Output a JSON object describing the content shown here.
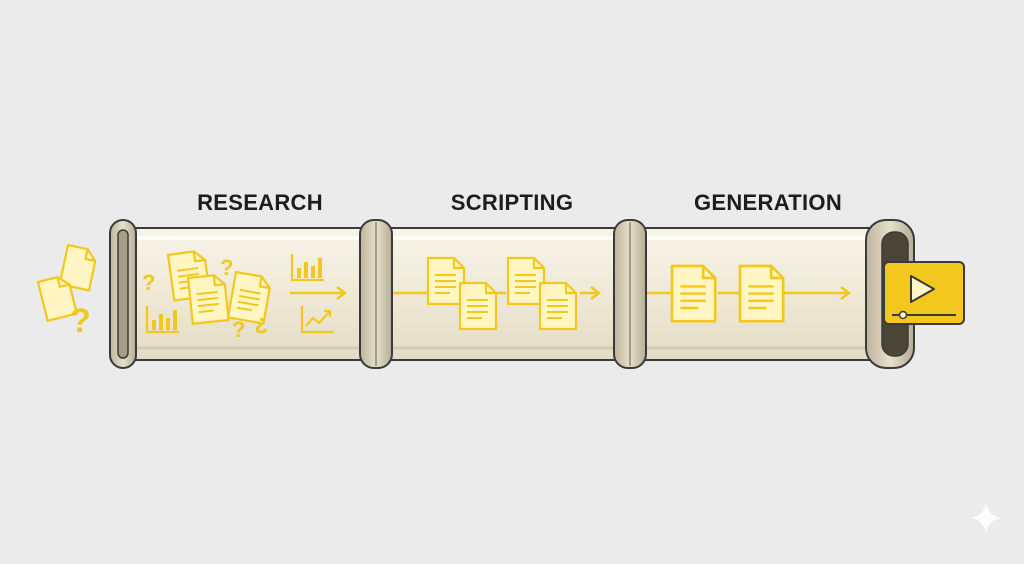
{
  "stages": [
    {
      "label": "RESEARCH"
    },
    {
      "label": "SCRIPTING"
    },
    {
      "label": "GENERATION"
    }
  ],
  "icons": {
    "input": [
      "document-icon",
      "question-mark-icon",
      "bar-chart-icon",
      "trend-chart-icon",
      "inverted-question-mark-icon"
    ],
    "intermediate": "document-icon",
    "output": "video-play-icon",
    "corner": "sparkle-icon"
  },
  "colors": {
    "background": "#ebebeb",
    "accent_yellow": "#f2c81e",
    "icon_fill": "#fff4b8",
    "tube_glass": "#f3efe0",
    "ring": "#d8d0bc",
    "outline": "#3a3a3a",
    "label_text": "#1d1d1d"
  }
}
